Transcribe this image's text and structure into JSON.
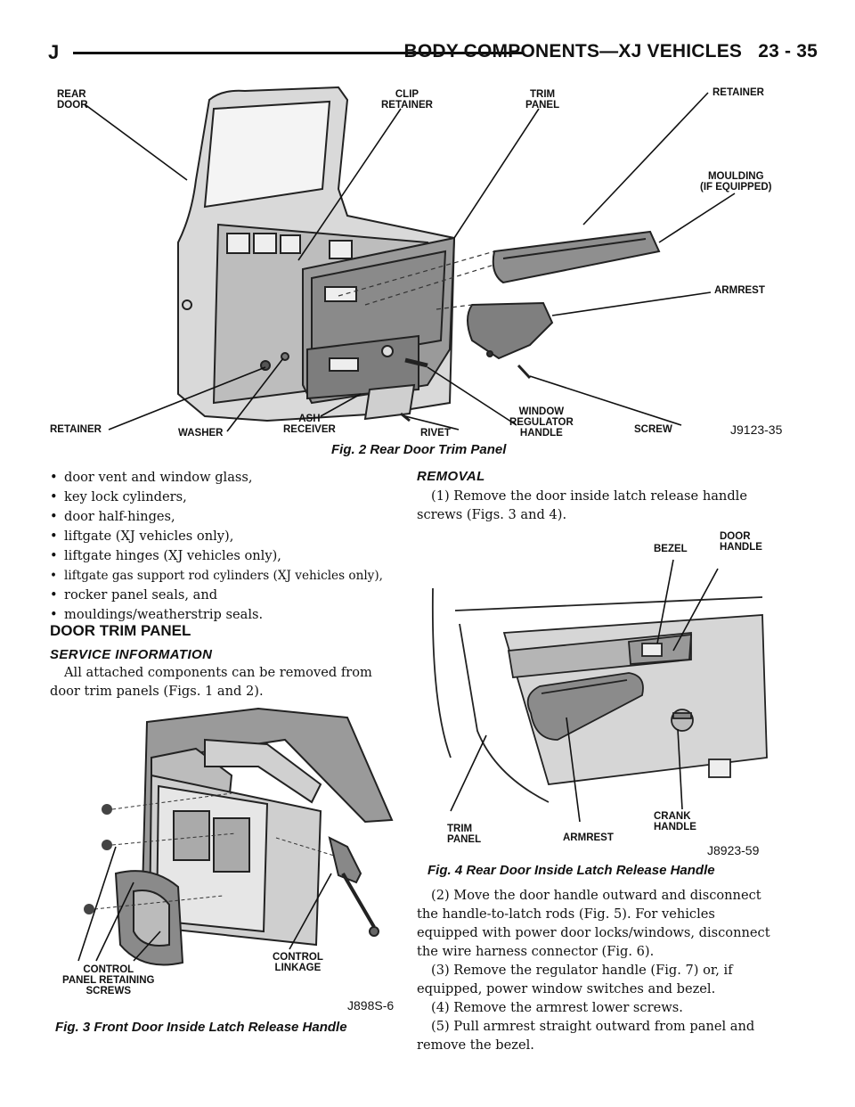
{
  "header": {
    "section_letter": "J",
    "title": "BODY COMPONENTS—XJ VEHICLES",
    "page": "23 - 35"
  },
  "fig2": {
    "labels": {
      "rear_door": "REAR\nDOOR",
      "clip_retainer": "CLIP\nRETAINER",
      "trim_panel": "TRIM\nPANEL",
      "retainer_top": "RETAINER",
      "moulding": "MOULDING\n(IF EQUIPPED)",
      "armrest": "ARMREST",
      "retainer_bottom": "RETAINER",
      "washer": "WASHER",
      "ash_receiver": "ASH\nRECEIVER",
      "rivet": "RIVET",
      "window_regulator_handle": "WINDOW\nREGULATOR\nHANDLE",
      "screw": "SCREW"
    },
    "code": "J9123-35",
    "caption": "Fig. 2 Rear Door Trim Panel"
  },
  "list_items": [
    "door vent and window glass,",
    "key lock cylinders,",
    "door half-hinges,",
    "liftgate (XJ vehicles only),",
    "liftgate hinges (XJ vehicles only),",
    "liftgate gas support rod cylinders (XJ vehicles only),",
    "rocker panel seals, and",
    "mouldings/weatherstrip seals."
  ],
  "section": {
    "heading": "DOOR TRIM PANEL",
    "service_heading": "SERVICE INFORMATION",
    "service_text": "All attached components can be removed from door trim panels (Figs. 1 and 2)."
  },
  "fig3": {
    "labels": {
      "control_linkage": "CONTROL\nLINKAGE",
      "control_panel_screws": "CONTROL\nPANEL RETAINING\nSCREWS"
    },
    "code": "J898S-6",
    "caption": "Fig. 3 Front Door Inside Latch Release Handle"
  },
  "removal": {
    "heading": "REMOVAL",
    "step1": "(1) Remove the door inside latch release handle screws (Figs. 3 and 4).",
    "step2": "(2) Move the door handle outward and disconnect the handle-to-latch rods (Fig. 5). For vehicles equipped with power door locks/windows, disconnect the wire harness connector (Fig. 6).",
    "step3": "(3) Remove the regulator handle (Fig. 7) or, if equipped, power window switches and bezel.",
    "step4": "(4) Remove the armrest lower screws.",
    "step5": "(5) Pull armrest straight outward from panel and remove the bezel."
  },
  "fig4": {
    "labels": {
      "bezel": "BEZEL",
      "door_handle": "DOOR\nHANDLE",
      "trim_panel": "TRIM\nPANEL",
      "armrest": "ARMREST",
      "crank_handle": "CRANK\nHANDLE"
    },
    "code": "J8923-59",
    "caption": "Fig. 4 Rear Door Inside Latch Release Handle"
  }
}
